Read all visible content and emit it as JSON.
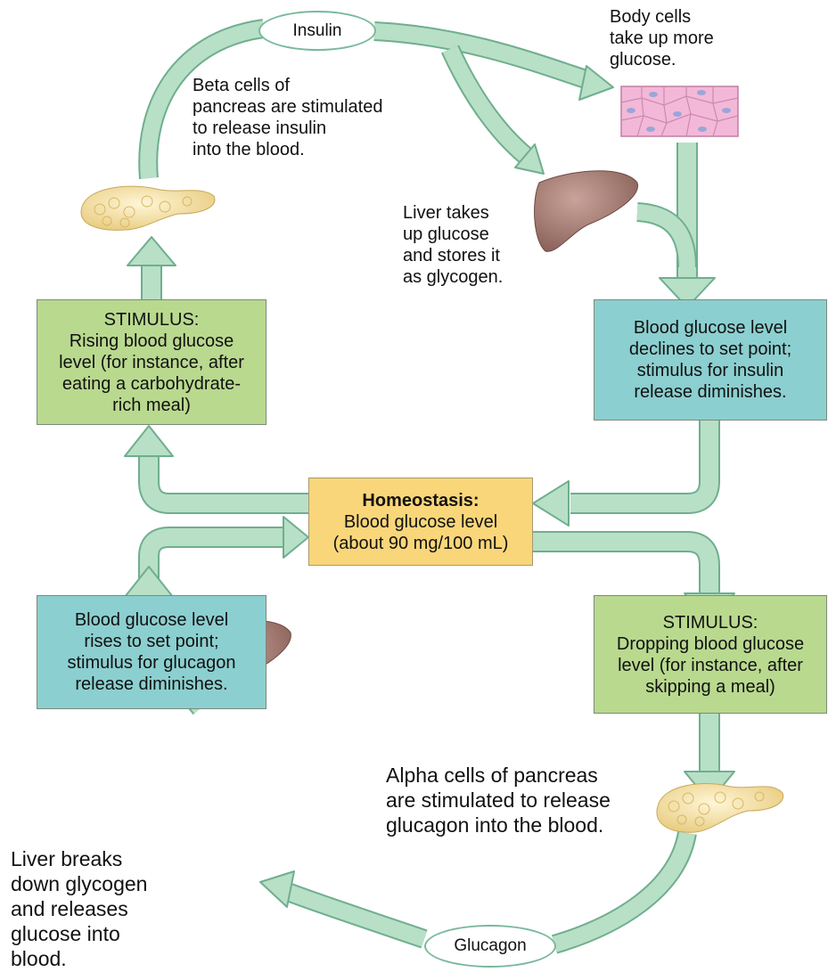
{
  "insulin_oval": "Insulin",
  "glucagon_oval": "Glucagon",
  "beta_cells_text": [
    "Beta cells of",
    "pancreas are stimulated",
    "to release insulin",
    "into the blood."
  ],
  "body_cells_text": [
    "Body cells",
    "take up more",
    "glucose."
  ],
  "liver_uptake_text": [
    "Liver takes",
    "up glucose",
    "and stores it",
    "as glycogen."
  ],
  "stimulus_rising": [
    "STIMULUS:",
    "Rising blood glucose",
    "level (for instance, after",
    "eating a carbohydrate-",
    "rich meal)"
  ],
  "declines_box": [
    "Blood glucose level",
    "declines to set point;",
    "stimulus for insulin",
    "release diminishes."
  ],
  "homeostasis": {
    "title": "Homeostasis:",
    "line1": "Blood glucose level",
    "line2": "(about 90 mg/100 mL)"
  },
  "rises_box": [
    "Blood glucose level",
    "rises to set point;",
    "stimulus for glucagon",
    "release diminishes."
  ],
  "stimulus_dropping": [
    "STIMULUS:",
    "Dropping blood glucose",
    "level (for instance, after",
    "skipping a meal)"
  ],
  "alpha_cells_text": [
    "Alpha cells of pancreas",
    "are stimulated to release",
    "glucagon into the blood."
  ],
  "liver_breakdown_text": [
    "Liver breaks",
    "down glycogen",
    "and releases",
    "glucose into",
    "blood."
  ],
  "colors": {
    "arrow_fill": "#b8e0c6",
    "arrow_stroke": "#6fae8f",
    "stimulus_box": "#b9d98f",
    "set_point_box": "#8ccfd0",
    "homeostasis_box": "#f9d679"
  }
}
